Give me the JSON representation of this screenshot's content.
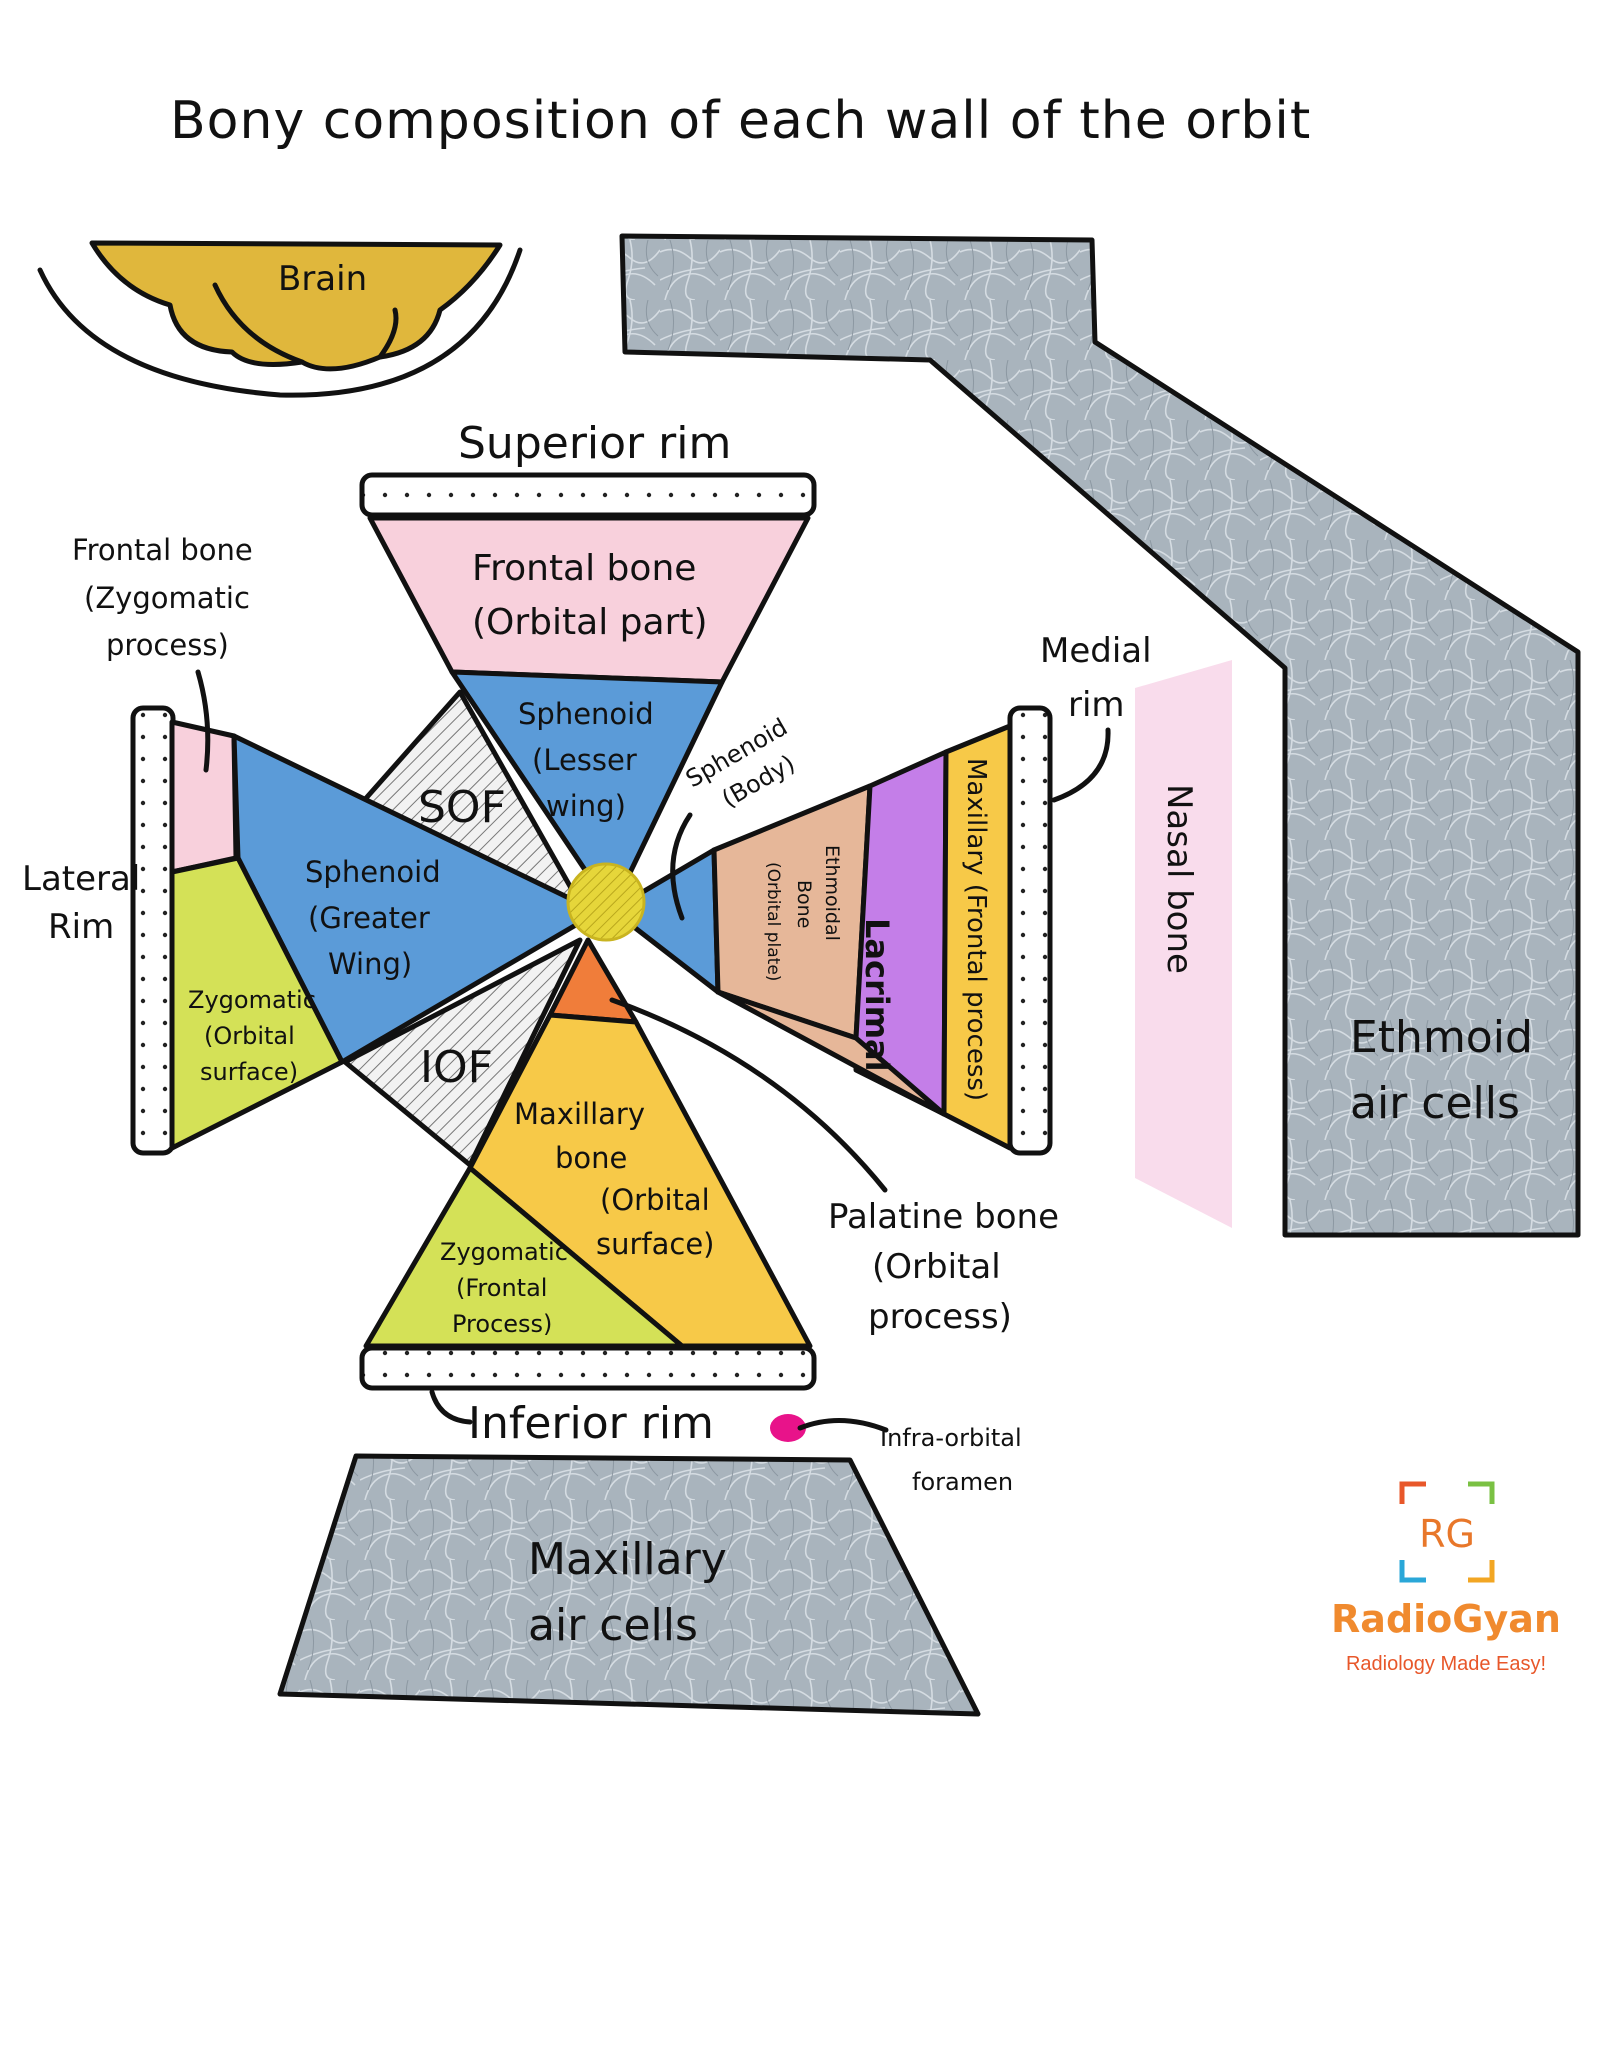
{
  "title": "Bony composition of each wall of the orbit",
  "labels": {
    "brain": "Brain",
    "superior_rim": "Superior rim",
    "inferior_rim": "Inferior rim",
    "lateral_rim_1": "Lateral",
    "lateral_rim_2": "Rim",
    "medial_rim_1": "Medial",
    "medial_rim_2": "rim",
    "frontal_zyg_1": "Frontal bone",
    "frontal_zyg_2": "(Zygomatic",
    "frontal_zyg_3": "process)",
    "frontal_orb_1": "Frontal bone",
    "frontal_orb_2": "(Orbital part)",
    "sph_lesser_1": "Sphenoid",
    "sph_lesser_2": "(Lesser",
    "sph_lesser_3": "wing)",
    "sph_greater_1": "Sphenoid",
    "sph_greater_2": "(Greater",
    "sph_greater_3": "Wing)",
    "sph_body_1": "Sphenoid",
    "sph_body_2": "(Body)",
    "sof": "SOF",
    "iof": "IOF",
    "zyg_orb_1": "Zygomatic",
    "zyg_orb_2": "(Orbital",
    "zyg_orb_3": "surface)",
    "ethmoidal_1": "Ethmoidal",
    "ethmoidal_2": "Bone",
    "ethmoidal_3": "(Orbital plate)",
    "lacrimal": "Lacrimal",
    "max_frontal": "Maxillary (Frontal process)",
    "max_bone_1": "Maxillary",
    "max_bone_2": "bone",
    "max_bone_3": "(Orbital",
    "max_bone_4": "surface)",
    "zyg_front_1": "Zygomatic",
    "zyg_front_2": "(Frontal",
    "zyg_front_3": "Process)",
    "palatine_1": "Palatine bone",
    "palatine_2": "(Orbital",
    "palatine_3": "process)",
    "infraorbital_1": "Infra-orbital",
    "infraorbital_2": "foramen",
    "nasal": "Nasal bone",
    "ethmoid_cells_1": "Ethmoid",
    "ethmoid_cells_2": "air cells",
    "maxillary_cells_1": "Maxillary",
    "maxillary_cells_2": "air cells"
  },
  "logo": {
    "mark": "RG",
    "name": "RadioGyan",
    "tagline": "Radiology Made Easy!"
  },
  "colors": {
    "frontal": "#f8d0dc",
    "sphenoid": "#5b9bd8",
    "zygomatic": "#d4e157",
    "maxillary": "#f7c948",
    "ethmoidal": "#e6b799",
    "lacrimal": "#c47ee8",
    "palatine": "#f07d3a",
    "foramen": "#e6d63a",
    "nasal": "#f9dcec",
    "air_cells": "#a9b4bd",
    "brain": "#e0b73c",
    "infraorbital": "#e8138a"
  }
}
